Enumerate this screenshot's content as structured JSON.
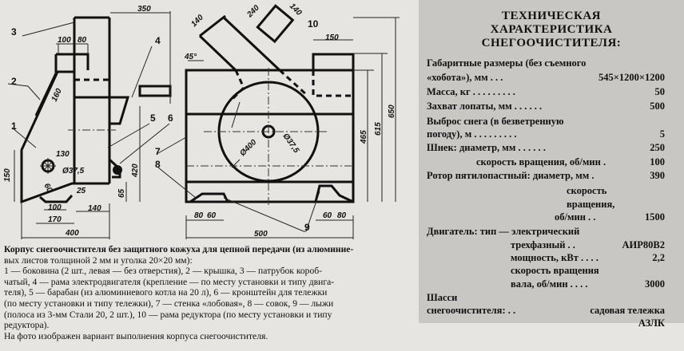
{
  "drawing": {
    "side_view": {
      "labels": [
        "3",
        "2",
        "1",
        "4",
        "5",
        "6"
      ],
      "dims": {
        "width_top": "350",
        "d100": "100",
        "d80": "80",
        "d160": "160",
        "d150": "150",
        "d130": "130",
        "hole": "Ø37,5",
        "d60": "60",
        "d25": "25",
        "d65": "65",
        "d420": "420",
        "b100": "100",
        "b170": "170",
        "b140": "140",
        "b400": "400"
      }
    },
    "front_view": {
      "labels": [
        "7",
        "8",
        "9",
        "10"
      ],
      "dims": {
        "c140a": "140",
        "c240": "240",
        "c140b": "140",
        "angle": "45°",
        "r150": "150",
        "drum": "Ø400",
        "hole": "Ø37,5",
        "h465": "465",
        "h615": "615",
        "h650": "650",
        "l80": "80",
        "l60": "60",
        "r60": "60",
        "r80": "80",
        "w500": "500"
      }
    }
  },
  "caption": {
    "lines": [
      "Корпус снегоочистителя без защитного кожуха для цепной передачи (из алюминие-",
      "вых листов толщиной 2 мм и уголка 20×20 мм):",
      "1 — боковина (2 шт., левая — без отверстия), 2 — крышка, 3 — патрубок короб-",
      "чатый, 4 — рама электродвигателя (крепление — по месту установки и типу двига-",
      "теля), 5 — барабан (из алюминиевого котла на 20 л), 6 — кронштейн для тележки",
      "(по месту установки и типу тележки), 7 — стенка «лобовая», 8 — совок, 9 — лыжи",
      "(полоса из 3-мм Стали 20, 2 шт.), 10 — рама редуктора (по месту установки и типу",
      "редуктора).",
      "На фото изображен вариант выполнения корпуса снегоочистителя."
    ]
  },
  "specs": {
    "title": [
      "ТЕХНИЧЕСКАЯ",
      "ХАРАКТЕРИСТИКА",
      "СНЕГООЧИСТИТЕЛЯ:"
    ],
    "rows": [
      {
        "label": "Габаритные размеры (без съемного",
        "value": ""
      },
      {
        "label": "«хобота»), мм  .  .  .",
        "value": "545×1200×1200"
      },
      {
        "label": "Масса, кг  .  .  .  .  .  .  .  .  .",
        "value": "50"
      },
      {
        "label": "Захват лопаты, мм  .  .  .  .  .  .",
        "value": "500"
      },
      {
        "label": "Выброс снега (в безветренную",
        "value": ""
      },
      {
        "label": "погоду), м  .  .  .  .  .  .  .  .  .",
        "value": "5"
      },
      {
        "label": "Шнек: диаметр, мм  .  .  .  .  .  .",
        "value": "250"
      },
      {
        "label": "скорость вращения, об/мин .",
        "value": "100"
      },
      {
        "label": "Ротор пятилопастный: диаметр, мм .",
        "value": "390"
      },
      {
        "label": "скорость",
        "value": ""
      },
      {
        "label": "вращения,",
        "value": ""
      },
      {
        "label": "об/мин .  .",
        "value": "1500"
      },
      {
        "label": "Двигатель: тип — электрический",
        "value": ""
      },
      {
        "label": "трехфазный  .  .",
        "value": "АИР80В2"
      },
      {
        "label": "мощность, кВт .  .  .  .",
        "value": "2,2"
      },
      {
        "label": "скорость вращения",
        "value": ""
      },
      {
        "label": "вала, об/мин .  .  .  .",
        "value": "3000"
      },
      {
        "label": "Шасси",
        "value": ""
      },
      {
        "label": "снегоочистителя:  .  .",
        "value": "садовая тележка"
      },
      {
        "label": "",
        "value": "АЗЛК"
      }
    ]
  }
}
